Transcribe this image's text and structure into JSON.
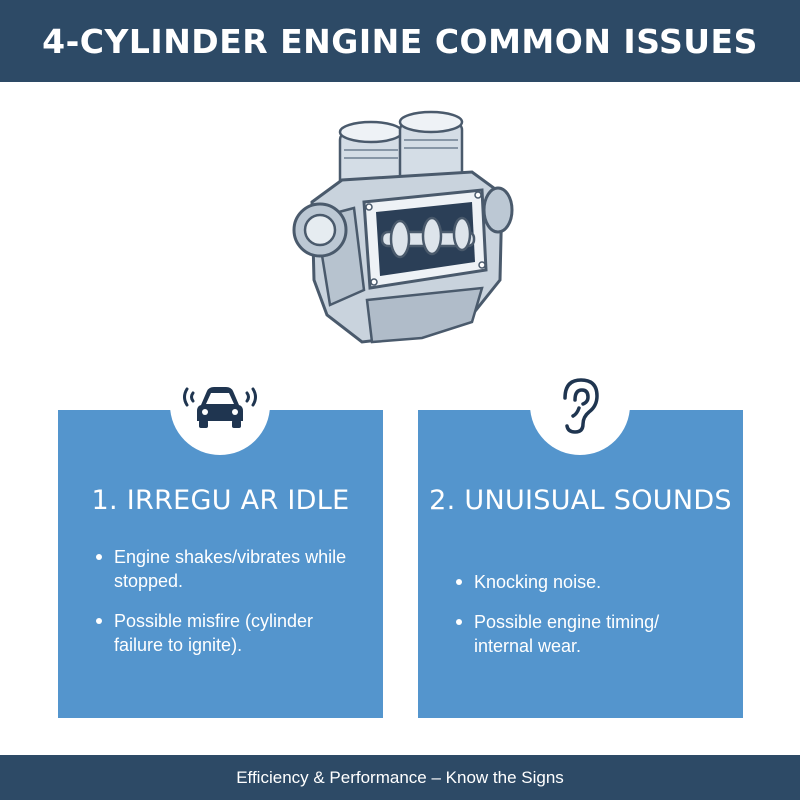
{
  "header": {
    "title": "4-CYLINDER ENGINE COMMON ISSUES"
  },
  "illustration": {
    "icon": "engine-icon"
  },
  "cards": [
    {
      "icon": "car-vibration-icon",
      "title": "1. IRREGU AR IDLE",
      "bullets": [
        "Engine shakes/vibrates while stopped.",
        "Possible misfire (cylinder failure to ignite)."
      ]
    },
    {
      "icon": "ear-icon",
      "title": "2. UNUISUAL SOUNDS",
      "bullets": [
        "Knocking noise.",
        "Possible engine timing/ internal wear."
      ]
    }
  ],
  "footer": {
    "text": "Efficiency & Performance – Know the Signs"
  },
  "colors": {
    "header_bg": "#2d4a66",
    "card_bg": "#5495cd",
    "icon_dark": "#1f3550"
  }
}
